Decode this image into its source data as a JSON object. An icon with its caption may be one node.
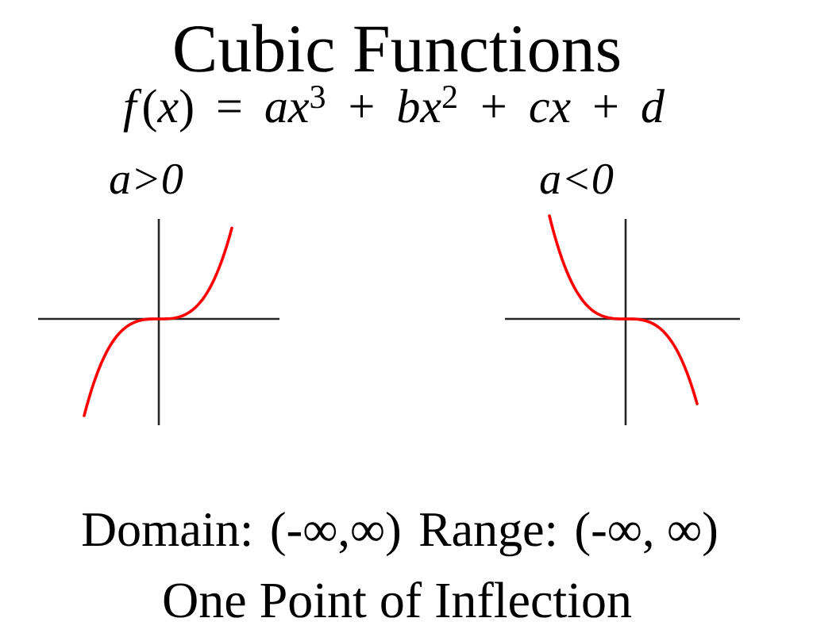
{
  "diagram": {
    "title": "Cubic Functions",
    "labels": [
      "*f*(*x*) = *ax*$^{3}$ + *bx*$^{2}$ + *cx* + *d*",
      "a>0",
      "a<0",
      "Domain: (-∞,∞)",
      "Range: (-∞, ∞)",
      "One Point of Inflection"
    ]
  }
}
